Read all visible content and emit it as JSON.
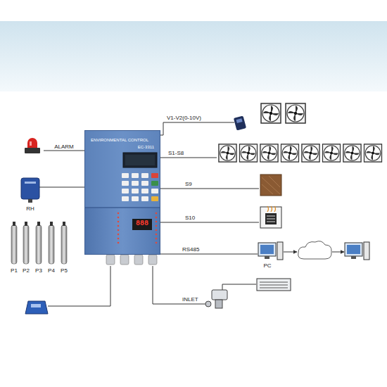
{
  "diagram": {
    "nodes": [
      {
        "text": [
          "ENVIRONMENTAL CONTROL",
          "EC-3311"
        ]
      }
    ],
    "labels": [
      "ALARM",
      "RH",
      "P1",
      "P2",
      "P3",
      "P4",
      "P5",
      "888",
      "V1-V2(0-10V)",
      "S1-S8",
      "S9",
      "S10",
      "RS485",
      "PC",
      "INLET"
    ]
  }
}
